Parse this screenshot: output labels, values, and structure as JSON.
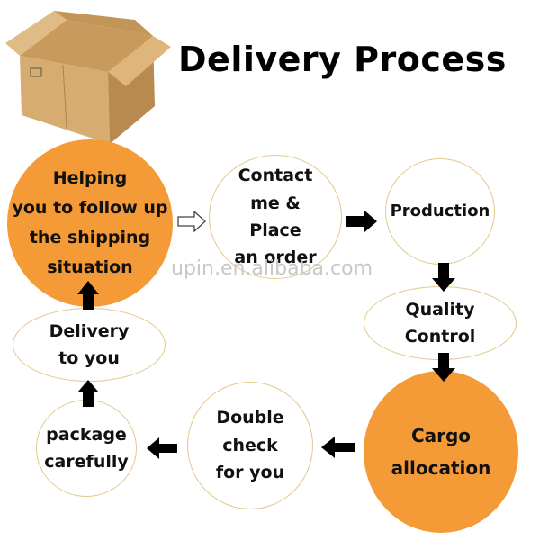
{
  "title": "Delivery Process",
  "watermark": "upin.en.alibaba.com",
  "steps": [
    {
      "id": "help",
      "label": "Helping\nyou to follow up\nthe shipping\nsituation",
      "style": "orange"
    },
    {
      "id": "contact",
      "label": "Contact\nme &\nPlace\nan order",
      "style": "white"
    },
    {
      "id": "production",
      "label": "Production",
      "style": "white"
    },
    {
      "id": "quality",
      "label": "Quality\nControl",
      "style": "white"
    },
    {
      "id": "cargo",
      "label": "Cargo\nallocation",
      "style": "orange"
    },
    {
      "id": "double",
      "label": "Double\ncheck\nfor you",
      "style": "white"
    },
    {
      "id": "package",
      "label": "package\ncarefully",
      "style": "white"
    },
    {
      "id": "delivery",
      "label": "Delivery\nto you",
      "style": "white"
    }
  ],
  "colors": {
    "accent": "#f49a37",
    "outline": "#e3c88a",
    "arrow": "#000000"
  },
  "icons": {
    "box": "cardboard-box-icon",
    "arrow": "arrow-icon",
    "hollow_arrow": "hollow-arrow-icon"
  }
}
